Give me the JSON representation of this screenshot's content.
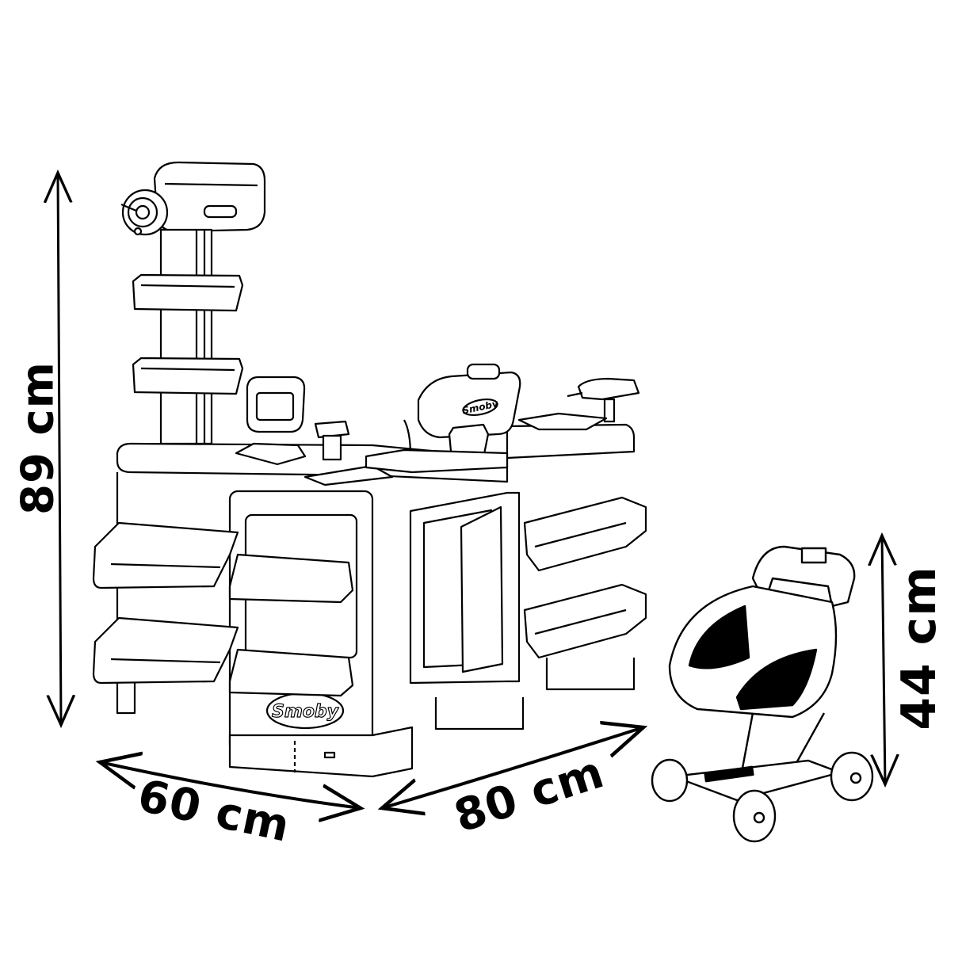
{
  "diagram": {
    "subject": "Toy supermarket checkout counter with shopping trolley",
    "brand_logos": [
      "Smoby",
      "Smoby"
    ],
    "colors": {
      "line": "#000000",
      "background": "#ffffff"
    }
  },
  "dimensions": {
    "height": {
      "label": "89 cm",
      "orientation": "vertical",
      "target": "checkout counter"
    },
    "depth": {
      "label": "60 cm",
      "orientation": "diagonal-left",
      "target": "checkout counter"
    },
    "width": {
      "label": "80 cm",
      "orientation": "diagonal-right",
      "target": "checkout counter"
    },
    "trolley_height": {
      "label": "44 cm",
      "orientation": "vertical",
      "target": "shopping trolley"
    }
  },
  "parts": {
    "counter": [
      "scanner column with camera head",
      "upper baskets",
      "POS screen",
      "card terminal",
      "conveyor top",
      "microphone",
      "cash register monitor",
      "hand scanner",
      "side shelves",
      "door cabinet",
      "base with Smoby logo"
    ],
    "trolley": [
      "handle with scanner",
      "basket",
      "wheels"
    ]
  }
}
